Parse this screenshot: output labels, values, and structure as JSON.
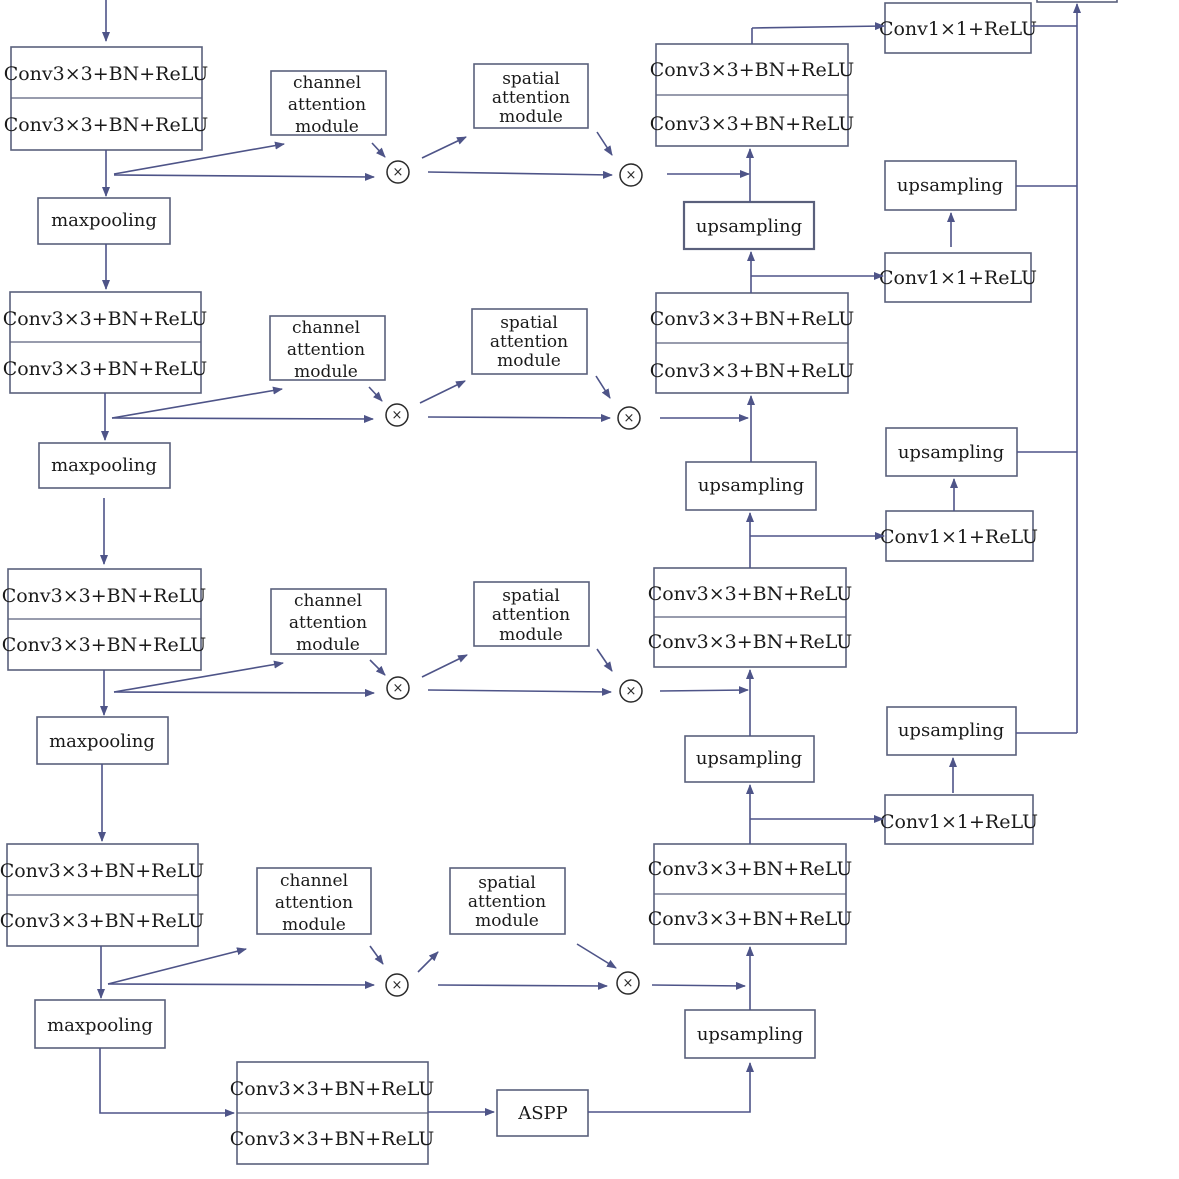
{
  "labels": {
    "conv3": "Conv3×3+BN+ReLU",
    "conv1": "Conv1×1+ReLU",
    "maxpool": "maxpooling",
    "upsample": "upsampling",
    "aspp": "ASPP",
    "channel": [
      "channel",
      "attention",
      "module"
    ],
    "spatial": [
      "spatial",
      "attention",
      "module"
    ],
    "multiply": "×"
  },
  "colors": {
    "arrow": "#4e5488",
    "box_border": "#5a607c"
  }
}
